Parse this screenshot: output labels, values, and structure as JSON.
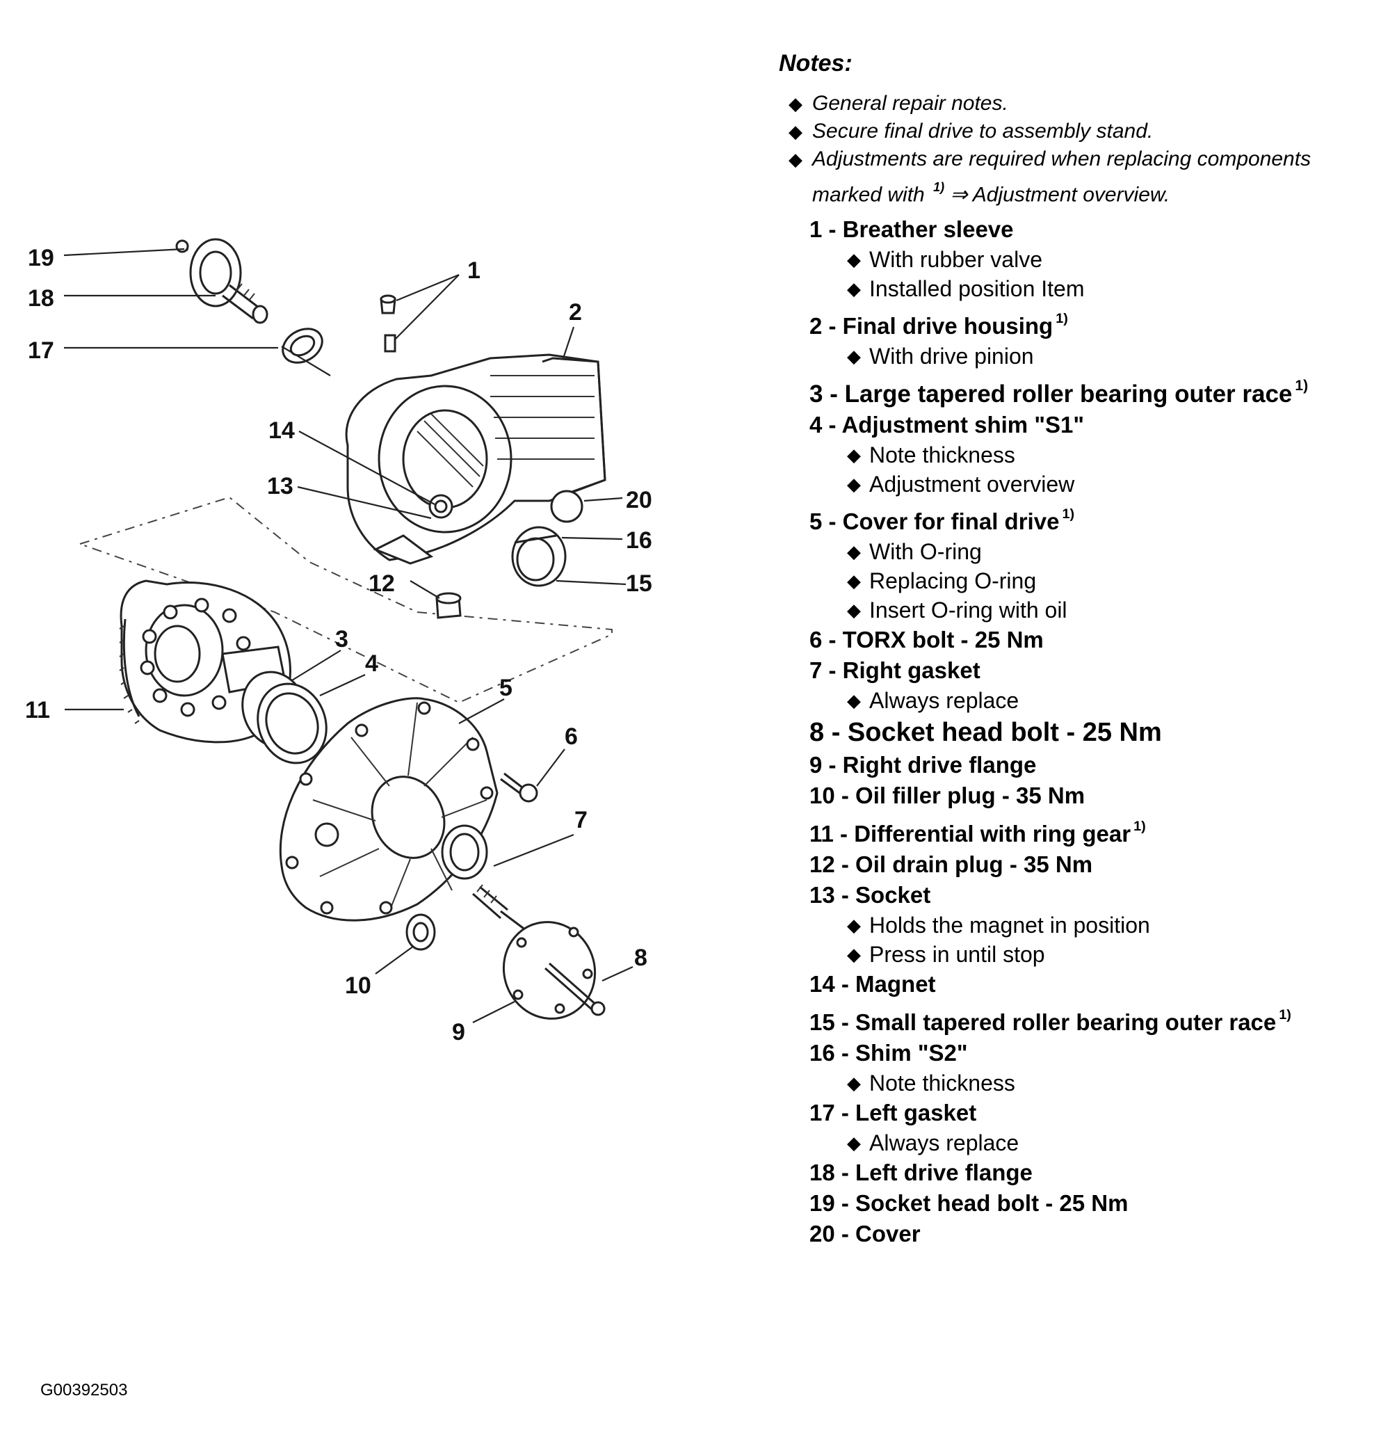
{
  "figure_id": "G00392503",
  "notes": {
    "heading": "Notes:",
    "bullets": [
      "General repair notes.",
      "Secure final drive to assembly stand.",
      "Adjustments are required when replacing components marked with",
      "⇒ Adjustment overview."
    ],
    "marker": "1)"
  },
  "items": [
    {
      "label": "1 - Breather sleeve",
      "subs": [
        "With rubber valve",
        "Installed position Item"
      ]
    },
    {
      "label": "2 - Final drive housing",
      "mark": "1)",
      "subs": [
        "With drive pinion"
      ]
    },
    {
      "label": "3 - Large tapered roller bearing outer race",
      "mark": "1)",
      "subs": []
    },
    {
      "label": "4 - Adjustment shim \"S1\"",
      "subs": [
        "Note thickness",
        "Adjustment overview"
      ]
    },
    {
      "label": "5 - Cover for final drive",
      "mark": "1)",
      "subs": [
        "With O-ring",
        "Replacing O-ring",
        "Insert O-ring with oil"
      ]
    },
    {
      "label": "6 - TORX bolt - 25 Nm",
      "subs": []
    },
    {
      "label": "7 - Right gasket",
      "subs": [
        "Always replace"
      ]
    },
    {
      "label": "8 - Socket head bolt - 25 Nm",
      "subs": []
    },
    {
      "label": "9 - Right drive flange",
      "subs": []
    },
    {
      "label": "10 - Oil filler plug - 35 Nm",
      "subs": []
    },
    {
      "label": "11 - Differential with ring gear",
      "mark": "1)",
      "subs": []
    },
    {
      "label": "12 - Oil drain plug - 35 Nm",
      "subs": []
    },
    {
      "label": "13 - Socket",
      "subs": [
        "Holds the magnet in position",
        "Press in until stop"
      ]
    },
    {
      "label": "14 - Magnet",
      "subs": []
    },
    {
      "label": "15 - Small tapered roller bearing outer race",
      "mark": "1)",
      "subs": []
    },
    {
      "label": "16 - Shim \"S2\"",
      "subs": [
        "Note thickness"
      ]
    },
    {
      "label": "17 - Left gasket",
      "subs": [
        "Always replace"
      ]
    },
    {
      "label": "18 - Left drive flange",
      "subs": []
    },
    {
      "label": "19 - Socket head bolt - 25 Nm",
      "subs": []
    },
    {
      "label": "20 - Cover",
      "subs": []
    }
  ],
  "callouts": {
    "c1": "1",
    "c2": "2",
    "c3": "3",
    "c4": "4",
    "c5": "5",
    "c6": "6",
    "c7": "7",
    "c8": "8",
    "c9": "9",
    "c10": "10",
    "c11": "11",
    "c12": "12",
    "c13": "13",
    "c14": "14",
    "c15": "15",
    "c16": "16",
    "c17": "17",
    "c18": "18",
    "c19": "19",
    "c20": "20"
  }
}
